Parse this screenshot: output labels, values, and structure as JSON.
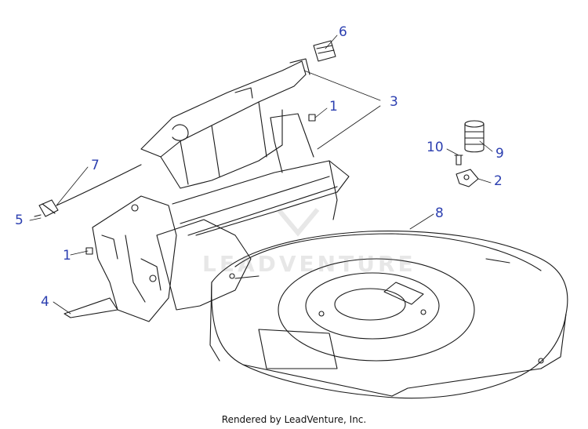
{
  "callouts": {
    "c1a": "1",
    "c1b": "1",
    "c2": "2",
    "c3": "3",
    "c4": "4",
    "c5": "5",
    "c6": "6",
    "c7": "7",
    "c8": "8",
    "c9": "9",
    "c10": "10"
  },
  "watermark": {
    "text": "LEADVENTURE"
  },
  "footer": {
    "text": "Rendered by LeadVenture, Inc."
  },
  "colors": {
    "callout": "#2c3fb0",
    "linework": "#1a1a1a",
    "background": "#ffffff"
  }
}
